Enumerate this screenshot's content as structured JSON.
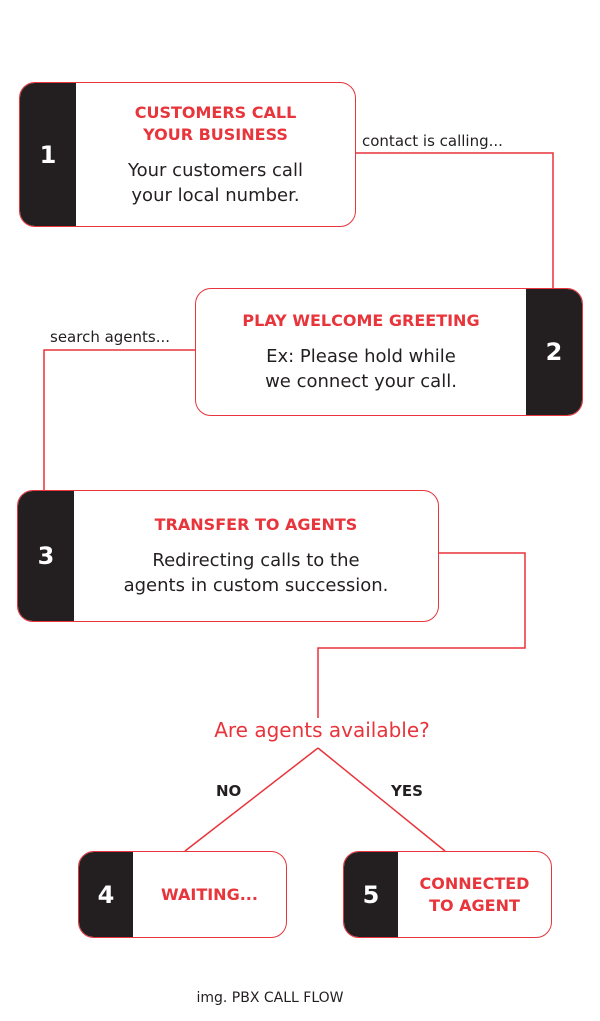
{
  "steps": [
    {
      "number": "1",
      "title": "CUSTOMERS CALL\nYOUR BUSINESS",
      "description": "Your customers call\nyour local number."
    },
    {
      "number": "2",
      "title": "PLAY WELCOME GREETING",
      "description": "Ex: Please hold while\nwe connect your call."
    },
    {
      "number": "3",
      "title": "TRANSFER TO AGENTS",
      "description": "Redirecting calls to the\nagents in custom succession."
    },
    {
      "number": "4",
      "title": "WAITING..."
    },
    {
      "number": "5",
      "title": "CONNECTED\nTO AGENT"
    }
  ],
  "edges": {
    "step1_to_2": "contact is calling...",
    "step2_to_3": "search agents..."
  },
  "decision": {
    "question": "Are agents available?",
    "no_label": "NO",
    "yes_label": "YES"
  },
  "caption": "img. PBX CALL FLOW",
  "colors": {
    "accent": "#e8343b",
    "dark": "#231f20",
    "background": "#ffffff"
  }
}
